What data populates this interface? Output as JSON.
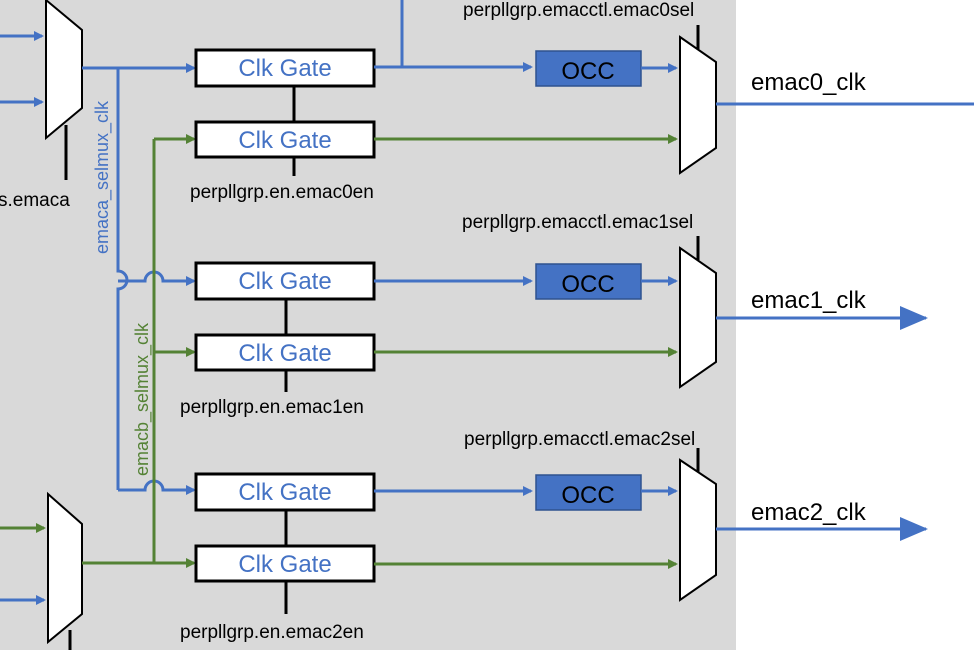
{
  "colors": {
    "panel": "#d9d9d9",
    "blue": "#4472c4",
    "green": "#548235",
    "occ_fill": "#4472c4",
    "black": "#000000"
  },
  "gate_label": "Clk Gate",
  "occ_label": "OCC",
  "partial_label": "s.emaca",
  "bus_labels": {
    "a": "emaca_selmux_clk",
    "b": "emacb_selmux_clk"
  },
  "channels": [
    {
      "sel": "perpllgrp.emacctl.emac0sel",
      "en": "perpllgrp.en.emac0en",
      "out": "emac0_clk"
    },
    {
      "sel": "perpllgrp.emacctl.emac1sel",
      "en": "perpllgrp.en.emac1en",
      "out": "emac1_clk"
    },
    {
      "sel": "perpllgrp.emacctl.emac2sel",
      "en": "perpllgrp.en.emac2en",
      "out": "emac2_clk"
    }
  ]
}
